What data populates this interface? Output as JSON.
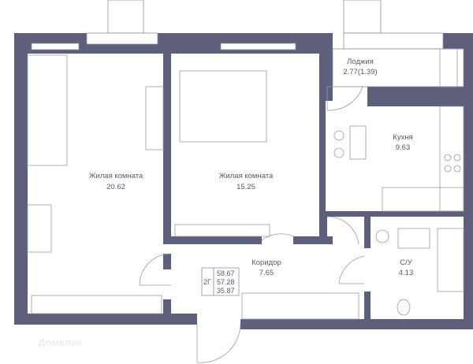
{
  "rooms": {
    "living_room_1": {
      "name": "Жилая комната",
      "area": "20.62"
    },
    "living_room_2": {
      "name": "Жилая комната",
      "area": "15.25"
    },
    "kitchen": {
      "name": "Кухня",
      "area": "9.63"
    },
    "loggia": {
      "name": "Лоджия",
      "area": "2.77(1.39)"
    },
    "corridor": {
      "name": "Коридор",
      "area": "7.65"
    },
    "bathroom": {
      "name": "С/У",
      "area": "4.13"
    }
  },
  "summary": {
    "type": "2Г",
    "total_area": "58.67",
    "living_total": "57.28",
    "living_area": "35.87"
  },
  "watermark": "Домклик",
  "colors": {
    "wall": "#5d5f7b",
    "text": "#555a6e"
  }
}
